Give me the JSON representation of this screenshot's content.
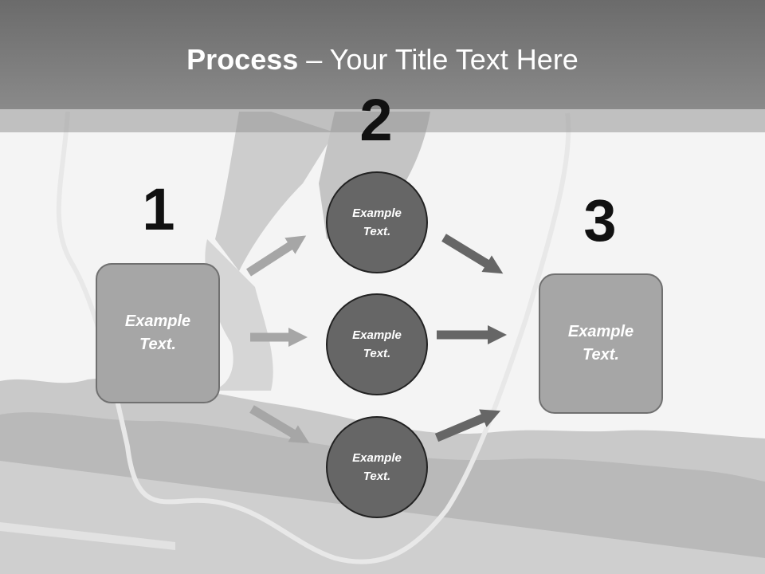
{
  "slide": {
    "title_bold": "Process",
    "title_rest": " – Your Title Text Here"
  },
  "numbers": {
    "one": "1",
    "two": "2",
    "three": "3"
  },
  "boxes": {
    "left": "Example\nText.",
    "right": "Example\nText."
  },
  "circles": {
    "top": "Example\nText.",
    "middle": "Example\nText.",
    "bottom": "Example\nText."
  },
  "colors": {
    "title_bar": "#7a7a7a",
    "box_fill": "#a6a6a6",
    "circle_fill": "#666666",
    "left_arrows": "#a6a6a6",
    "right_arrows": "#666666"
  }
}
